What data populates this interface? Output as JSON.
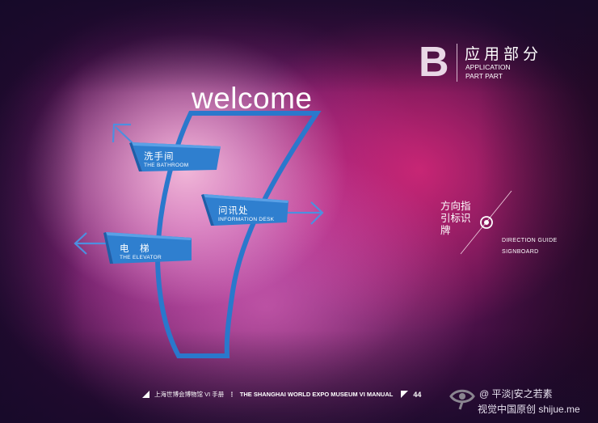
{
  "header": {
    "section_letter": "B",
    "title_cn": "应用部分",
    "title_en_line1": "APPLICATION",
    "title_en_line2": "PART PART"
  },
  "main": {
    "welcome_text": "welcome",
    "signs": [
      {
        "label_cn": "洗手间",
        "label_en": "THE BATHROOM",
        "arrow_direction": "up-left"
      },
      {
        "label_cn": "问讯处",
        "label_en": "INFORMATION DESK",
        "arrow_direction": "right"
      },
      {
        "label_cn": "电　梯",
        "label_en": "THE ELEVATOR",
        "arrow_direction": "left"
      }
    ],
    "numeral": "7"
  },
  "side_caption": {
    "title_cn": "方向指引标识牌",
    "title_en_line1": "DIRECTION GUIDE",
    "title_en_line2": "SIGNBOARD",
    "icon": "target-icon"
  },
  "footer": {
    "manual_cn": "上海世博会博物馆 VI 手册",
    "separator": "⋮",
    "manual_en": "THE SHANGHAI WORLD EXPO MUSEUM VI MANUAL",
    "page_number": "44"
  },
  "watermark": {
    "line1": "@ 平淡|安之若素",
    "line2": "视觉中国原创 shijue.me",
    "icon": "eye-icon"
  },
  "colors": {
    "sign_blue": "#2f7fcf",
    "sign_blue_dark": "#1e5fa8",
    "numeral_stroke": "#2a78cc",
    "background_magenta": "#c0267a",
    "text_white": "#ffffff"
  }
}
